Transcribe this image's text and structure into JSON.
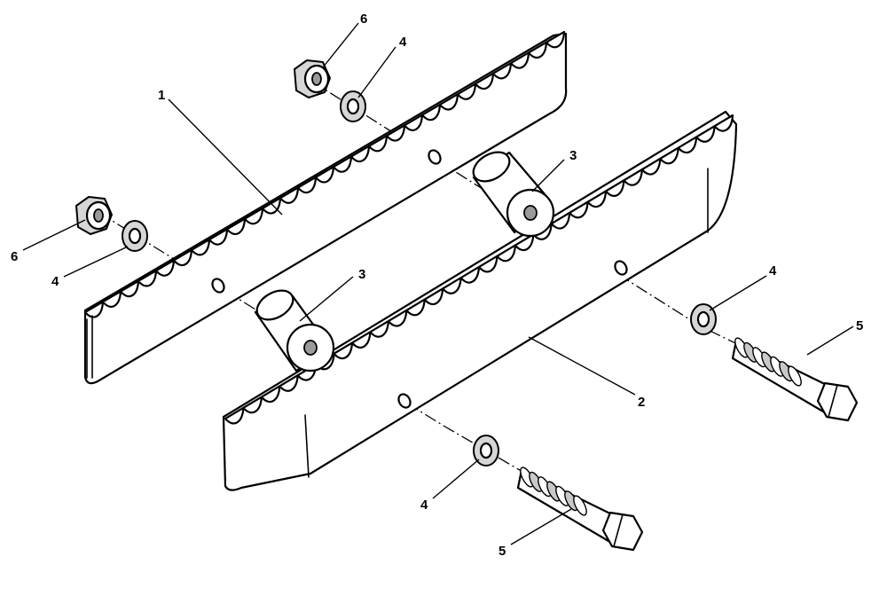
{
  "callouts": [
    {
      "id": "c1",
      "text": "1"
    },
    {
      "id": "c2",
      "text": "2"
    },
    {
      "id": "c3a",
      "text": "3"
    },
    {
      "id": "c3b",
      "text": "3"
    },
    {
      "id": "c4a",
      "text": "4"
    },
    {
      "id": "c4b",
      "text": "4"
    },
    {
      "id": "c4c",
      "text": "4"
    },
    {
      "id": "c4d",
      "text": "4"
    },
    {
      "id": "c5a",
      "text": "5"
    },
    {
      "id": "c5b",
      "text": "5"
    },
    {
      "id": "c6a",
      "text": "6"
    },
    {
      "id": "c6b",
      "text": "6"
    }
  ]
}
